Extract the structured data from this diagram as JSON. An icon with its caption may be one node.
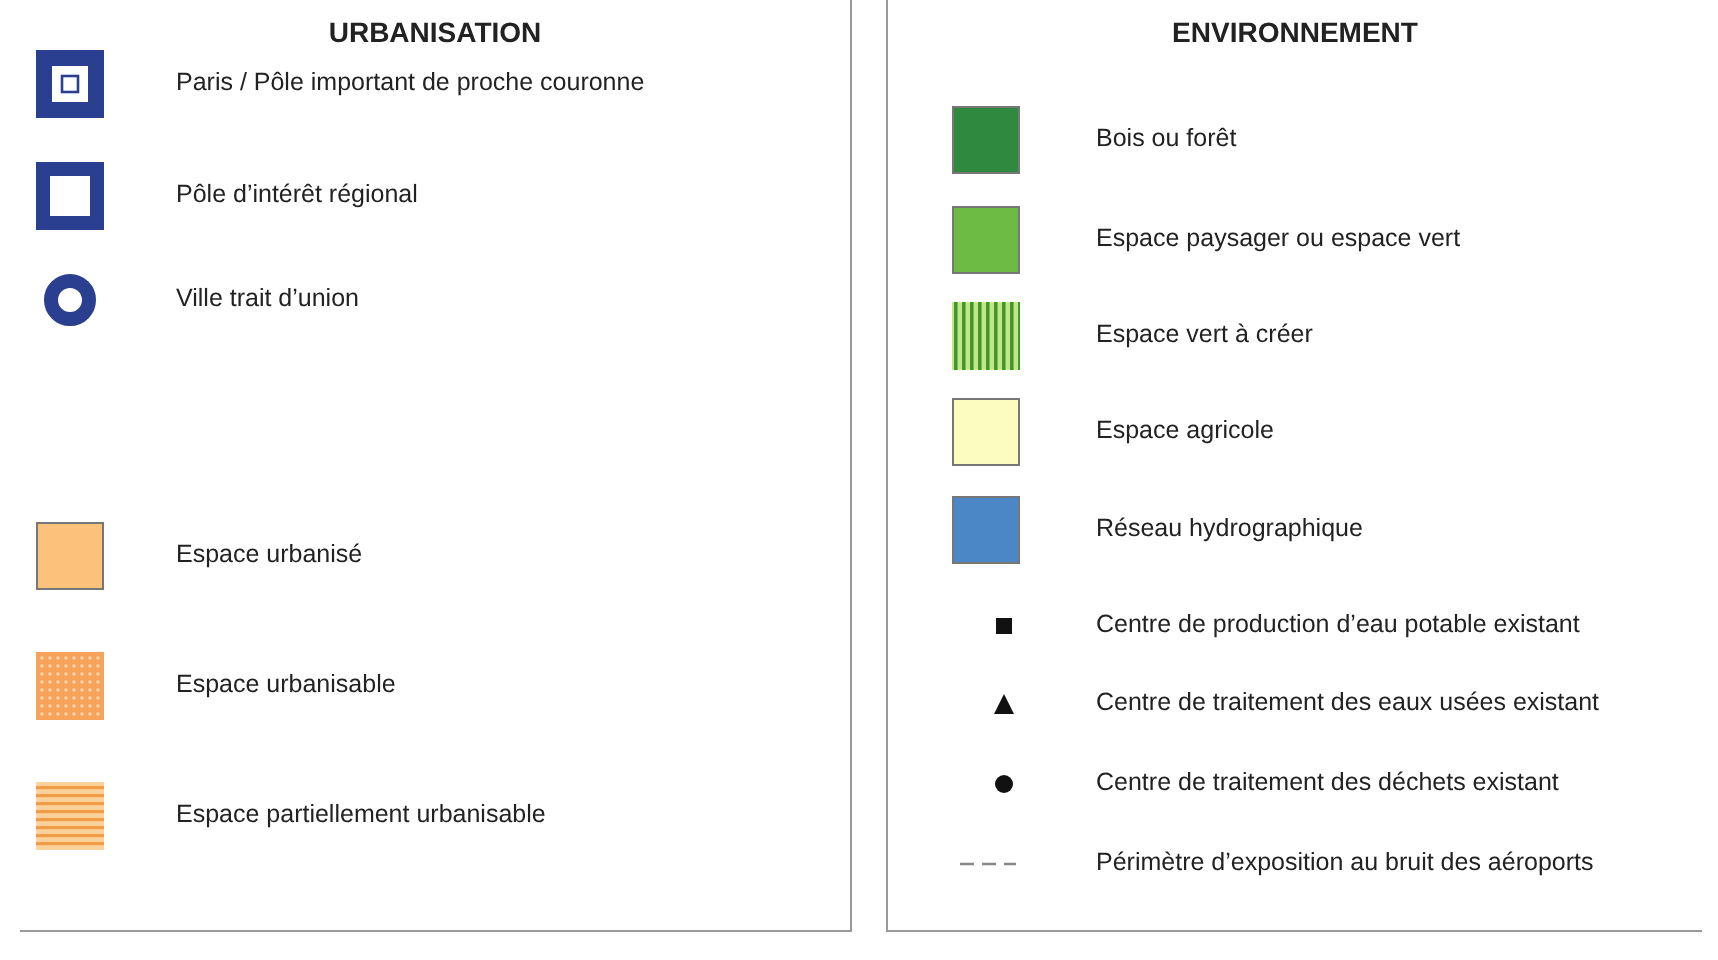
{
  "diagram": {
    "nodes": [
      {
        "text": [
          "URBANISATION"
        ]
      },
      {
        "text": [
          "ENVIRONNEMENT"
        ]
      }
    ],
    "legend": [
      {
        "text": "Paris / Pôle important de proche couronne"
      },
      {
        "text": "Pôle d’intérêt régional"
      },
      {
        "text": "Ville trait d’union"
      },
      {
        "text": "Espace urbanisé",
        "color": "#fcc27c"
      },
      {
        "text": "Espace urbanisable"
      },
      {
        "text": "Espace partiellement urbanisable"
      },
      {
        "text": "Bois ou forêt",
        "color": "#2f8a3f"
      },
      {
        "text": "Espace paysager ou espace vert",
        "color": "#6dbb45"
      },
      {
        "text": "Espace vert à créer"
      },
      {
        "text": "Espace agricole",
        "color": "#fdfcc0"
      },
      {
        "text": "Réseau hydrographique",
        "color": "#4b87c6"
      },
      {
        "text": "Centre de production d’eau potable existant"
      },
      {
        "text": "Centre de traitement des eaux usées existant"
      },
      {
        "text": "Centre de traitement des déchets existant"
      },
      {
        "text": "Périmètre d’exposition au bruit des aéroports"
      }
    ]
  }
}
